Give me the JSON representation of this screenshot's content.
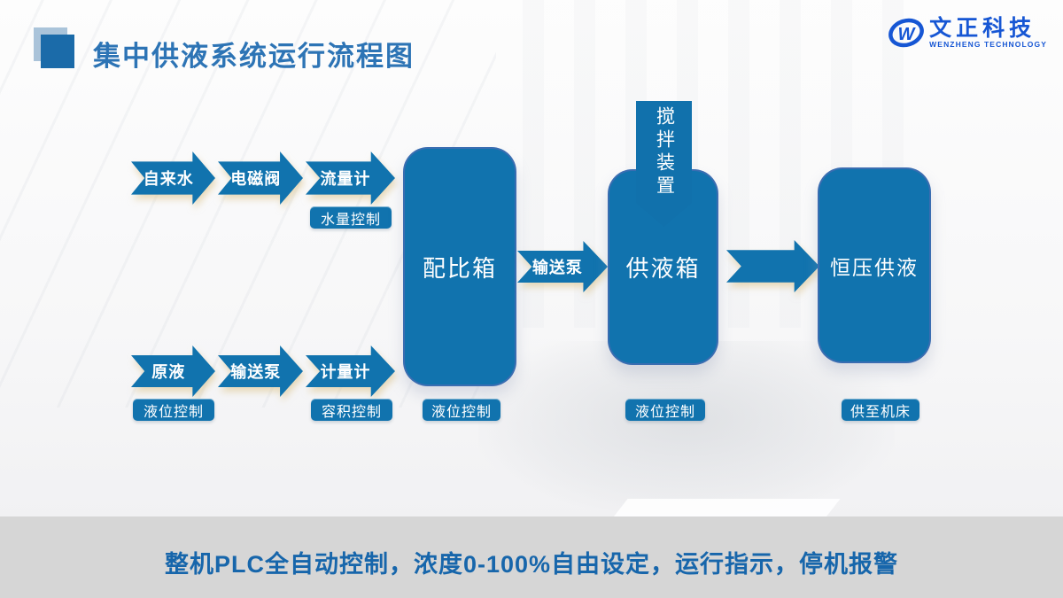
{
  "header": {
    "title": "集中供液系统运行流程图",
    "logo": {
      "monogram": "W",
      "brand": "文正科技",
      "subbrand": "WENZHENG TECHNOLOGY"
    }
  },
  "flow": {
    "top_arrows": [
      "自来水",
      "电磁阀",
      "流量计"
    ],
    "top_pill": "水量控制",
    "bottom_arrows": [
      "原液",
      "输送泵",
      "计量计"
    ],
    "bottom_pills": [
      "液位控制",
      "容积控制"
    ],
    "mixing_tank": "配比箱",
    "mixing_tank_pill": "液位控制",
    "mid_pump_arrow": "输送泵",
    "supply_tank": "供液箱",
    "supply_tank_pill": "液位控制",
    "stirrer": "搅拌装置",
    "pressure_tank": "恒压供液",
    "pressure_tank_pill": "供至机床"
  },
  "footer": {
    "text": "整机PLC全自动控制，浓度0-100%自由设定，运行指示，停机报警"
  },
  "colors": {
    "shape_blue": "#1173ae",
    "shape_border": "#5c67b4",
    "title_blue": "#2d74b5",
    "logo_blue": "#1656d4",
    "footer_bar_gray": "#d6d6d6",
    "footer_text_blue": "#1766ab",
    "deco_dark_blue": "#1b6ba9",
    "deco_light_blue": "#8fb0cd"
  }
}
